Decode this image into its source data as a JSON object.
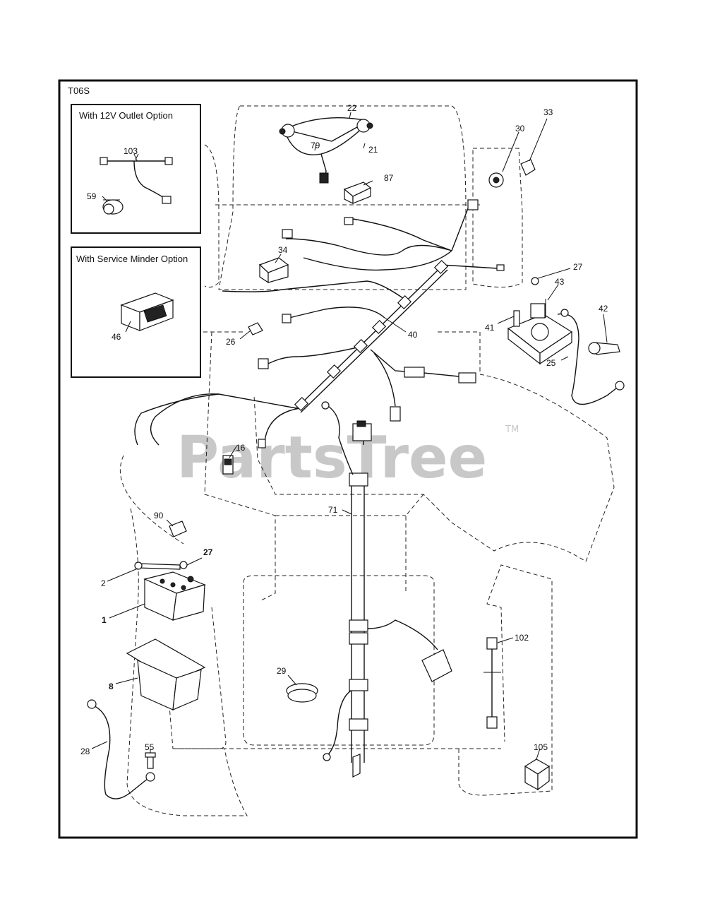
{
  "diagram": {
    "code": "T06S",
    "watermark": "PartsTree",
    "trademark": "TM",
    "inset_12v": {
      "title": "With 12V Outlet Option",
      "parts": [
        "103",
        "59"
      ]
    },
    "inset_service": {
      "title": "With Service Minder Option",
      "parts": [
        "46"
      ]
    },
    "callouts": {
      "p22": "22",
      "p79": "79",
      "p21": "21",
      "p87": "87",
      "p30": "30",
      "p33": "33",
      "p34": "34",
      "p27a": "27",
      "p43": "43",
      "p42": "42",
      "p41": "41",
      "p40": "40",
      "p26": "26",
      "p25": "25",
      "p16": "16",
      "p71": "71",
      "p90": "90",
      "p27b": "27",
      "p2": "2",
      "p1": "1",
      "p8": "8",
      "p29": "29",
      "p102": "102",
      "p28": "28",
      "p55": "55",
      "p105": "105"
    }
  }
}
